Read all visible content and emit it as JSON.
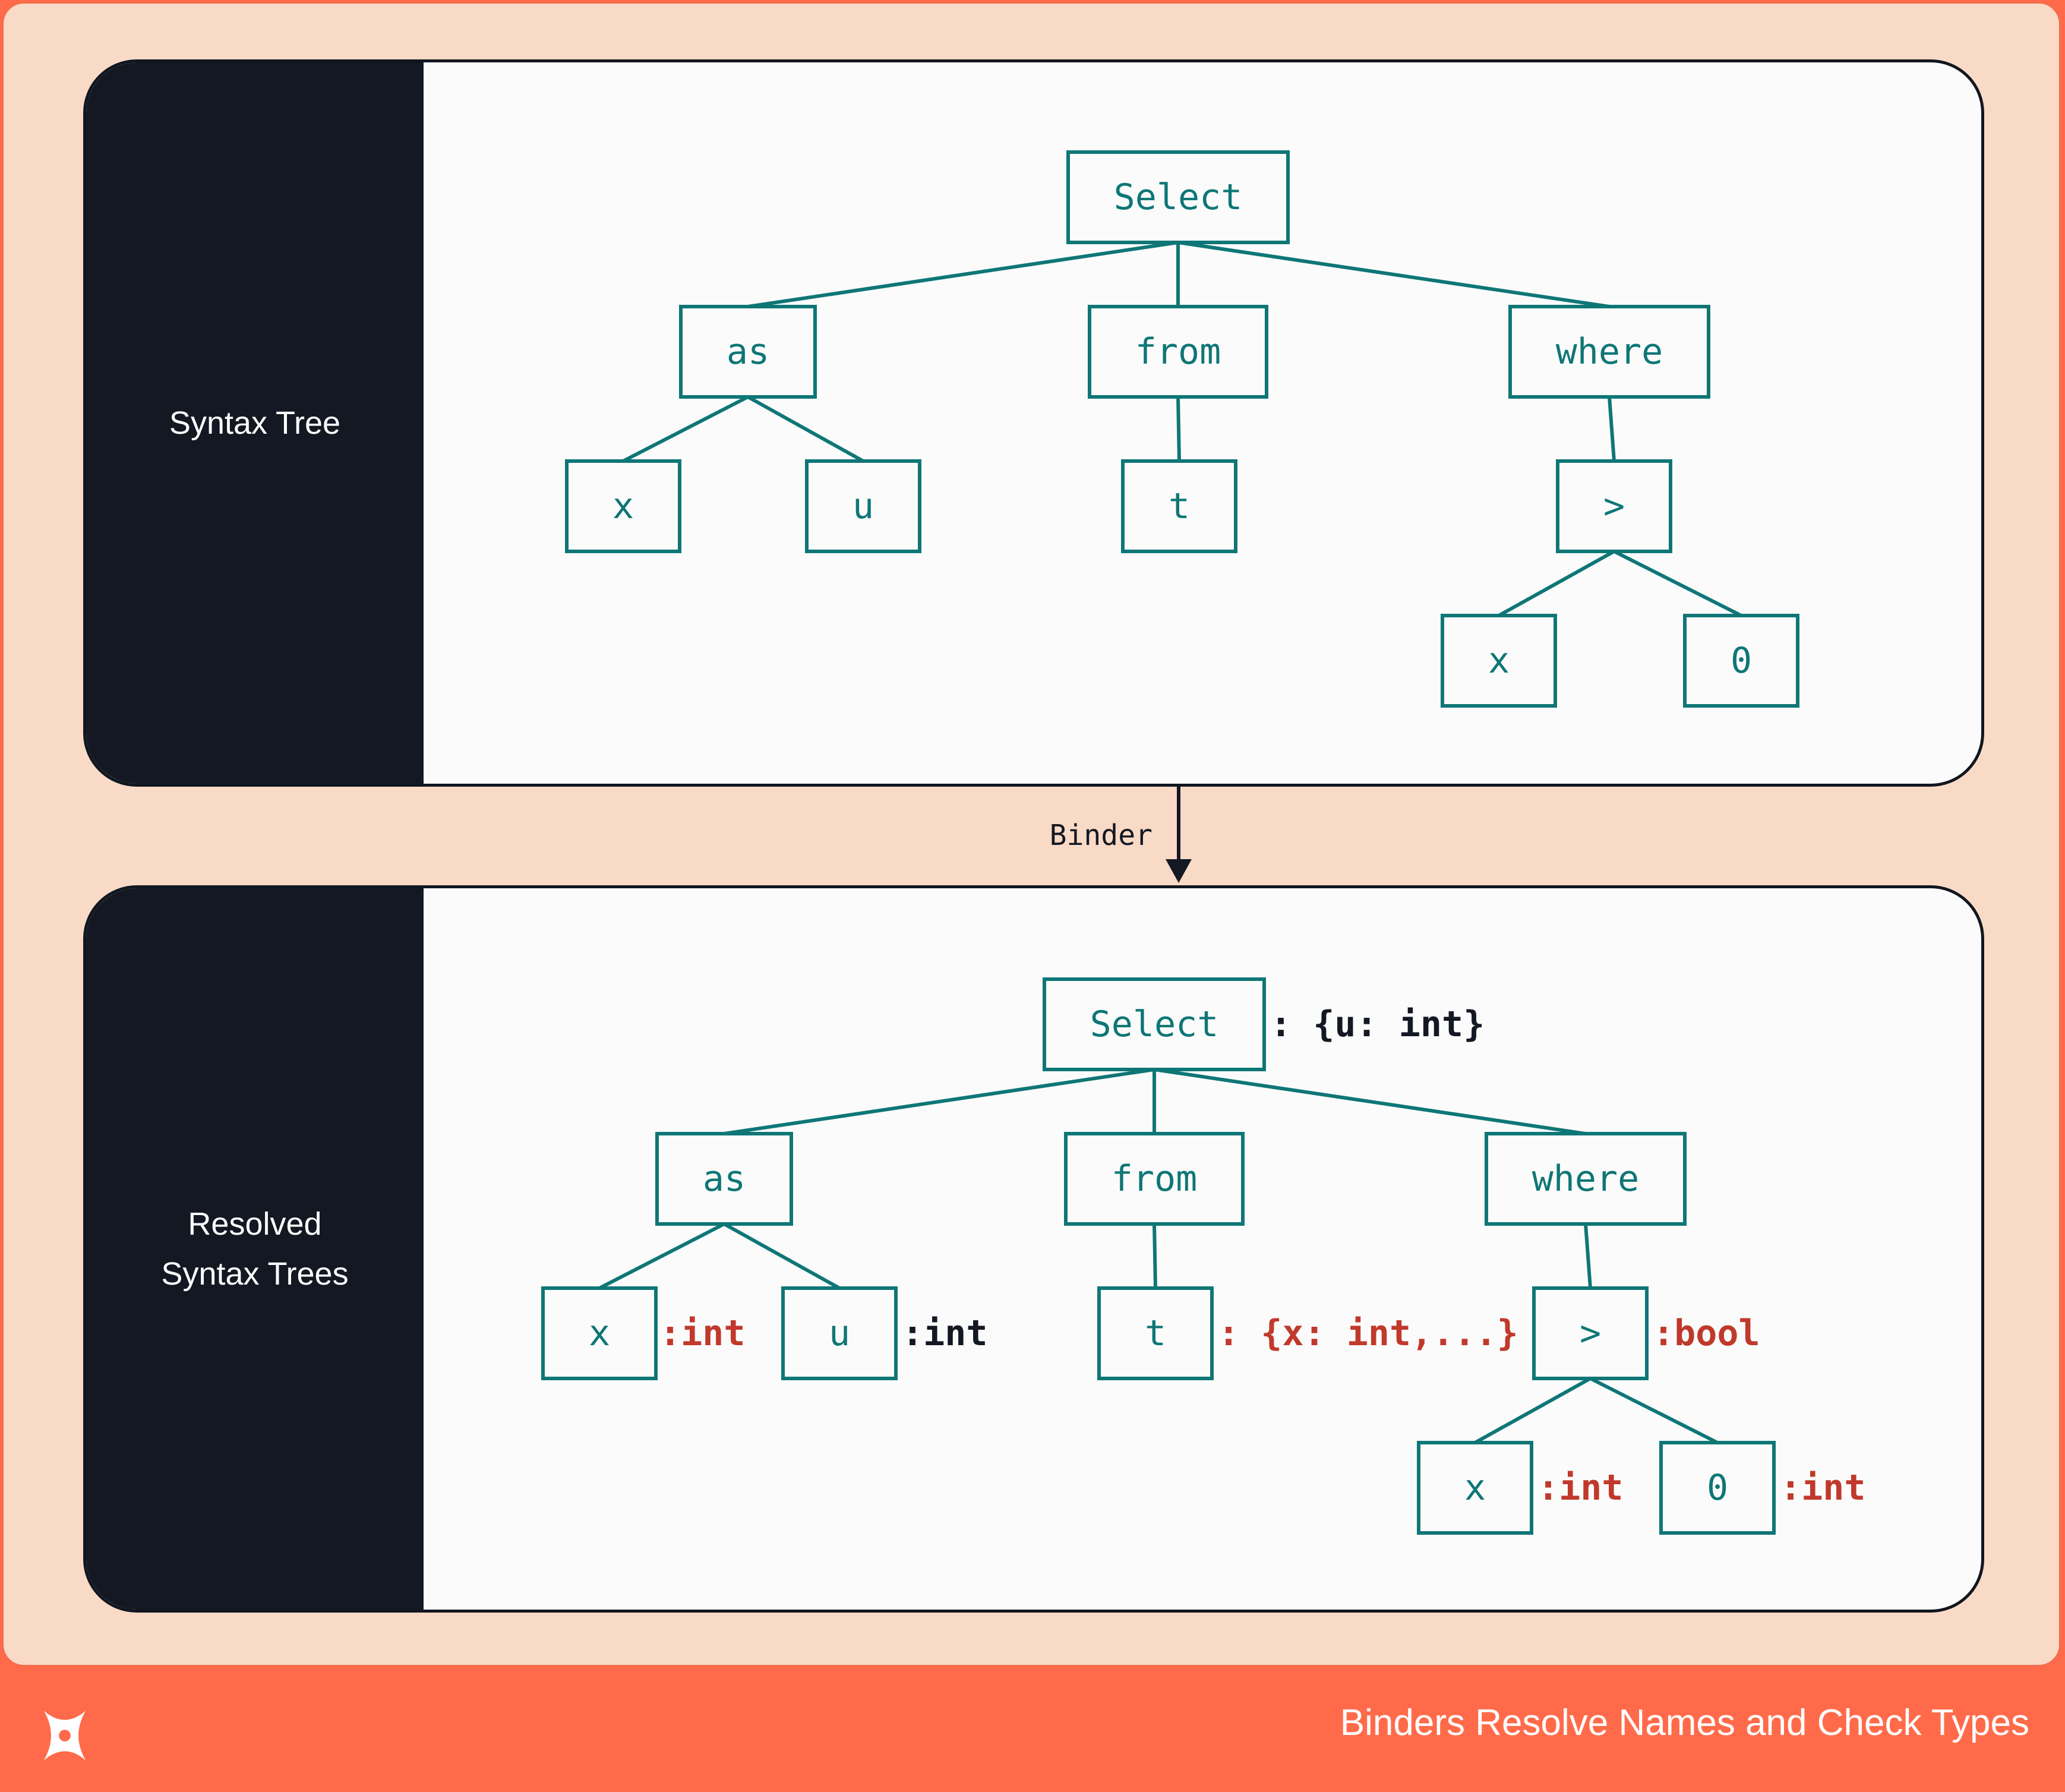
{
  "panels": {
    "top_label": "Syntax Tree",
    "bottom_label": "Resolved\nSyntax Trees"
  },
  "arrow_label": "Binder",
  "footer": {
    "title": "Binders Resolve Names and Check Types",
    "logo": "x-logo-icon"
  },
  "colors": {
    "node": "#0f7676",
    "annotation_black": "#131823",
    "annotation_red": "#c0392b",
    "background": "#f9dac6",
    "footer": "#ff6b4a"
  },
  "trees": [
    {
      "id": "syntax-tree",
      "nodes": [
        {
          "id": "select",
          "label": "Select"
        },
        {
          "id": "as",
          "label": "as",
          "parent": "select"
        },
        {
          "id": "from",
          "label": "from",
          "parent": "select"
        },
        {
          "id": "where",
          "label": "where",
          "parent": "select"
        },
        {
          "id": "as-x",
          "label": "x",
          "parent": "as"
        },
        {
          "id": "as-u",
          "label": "u",
          "parent": "as"
        },
        {
          "id": "from-t",
          "label": "t",
          "parent": "from"
        },
        {
          "id": "gt",
          "label": ">",
          "parent": "where"
        },
        {
          "id": "gt-x",
          "label": "x",
          "parent": "gt"
        },
        {
          "id": "gt-0",
          "label": "0",
          "parent": "gt"
        }
      ]
    },
    {
      "id": "resolved-tree",
      "nodes": [
        {
          "id": "select",
          "label": "Select",
          "annotation": ": {u: int}",
          "annotation_color": "black"
        },
        {
          "id": "as",
          "label": "as",
          "parent": "select"
        },
        {
          "id": "from",
          "label": "from",
          "parent": "select"
        },
        {
          "id": "where",
          "label": "where",
          "parent": "select"
        },
        {
          "id": "as-x",
          "label": "x",
          "parent": "as",
          "annotation": ":int",
          "annotation_color": "red"
        },
        {
          "id": "as-u",
          "label": "u",
          "parent": "as",
          "annotation": ":int",
          "annotation_color": "black"
        },
        {
          "id": "from-t",
          "label": "t",
          "parent": "from",
          "annotation": ": {x: int,...}",
          "annotation_color": "red"
        },
        {
          "id": "gt",
          "label": ">",
          "parent": "where",
          "annotation": ":bool",
          "annotation_color": "red"
        },
        {
          "id": "gt-x",
          "label": "x",
          "parent": "gt",
          "annotation": ":int",
          "annotation_color": "red"
        },
        {
          "id": "gt-0",
          "label": "0",
          "parent": "gt",
          "annotation": ":int",
          "annotation_color": "red"
        }
      ]
    }
  ]
}
